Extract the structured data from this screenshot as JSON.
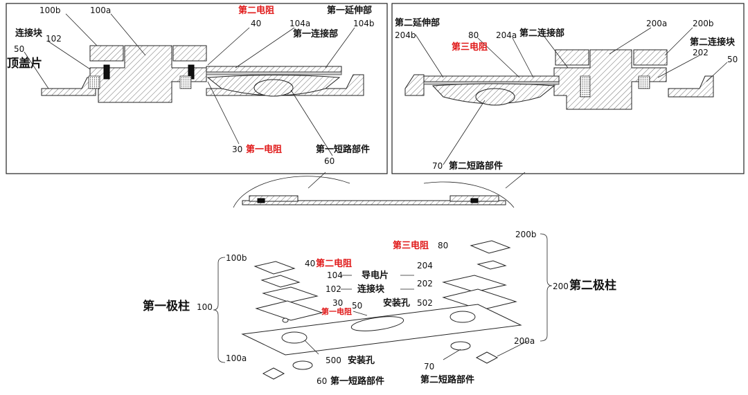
{
  "left_panel": {
    "labels": {
      "p100b": "100b",
      "p100a": "100a",
      "second_resistor": "第二电阻",
      "p40": "40",
      "first_extension": "第一延伸部",
      "p104a": "104a",
      "first_connection": "第一连接部",
      "p104b": "104b",
      "connect_block": "连接块",
      "p102": "102",
      "p50": "50",
      "top_cover": "顶盖片",
      "p30": "30",
      "first_resistor": "第一电阻",
      "first_short": "第一短路部件",
      "p60": "60"
    }
  },
  "right_panel": {
    "labels": {
      "second_extension": "第二延伸部",
      "p204b": "204b",
      "p80": "80",
      "p204a": "204a",
      "second_connection": "第二连接部",
      "third_resistor": "第三电阻",
      "p200a": "200a",
      "p200b": "200b",
      "second_connect_block": "第二连接块",
      "p202": "202",
      "p50": "50",
      "p70": "70",
      "second_short": "第二短路部件"
    }
  },
  "exploded": {
    "labels": {
      "third_resistor": "第三电阻",
      "p80": "80",
      "p200b": "200b",
      "p100b": "100b",
      "p40": "40",
      "second_resistor": "第二电阻",
      "p104": "104",
      "conductive_sheet": "导电片",
      "p204": "204",
      "p102": "102",
      "connect_block": "连接块",
      "p202": "202",
      "p200": "200",
      "second_pole": "第二极柱",
      "first_pole": "第一极柱",
      "p100": "100",
      "p30": "30",
      "first_resistor": "第一电阻",
      "p50": "50",
      "install_hole": "安装孔",
      "p502": "502",
      "p100a": "100a",
      "p500": "500",
      "install_hole_2": "安装孔",
      "p200a": "200a",
      "p70": "70",
      "second_short": "第二短路部件",
      "p60": "60",
      "first_short": "第一短路部件"
    }
  }
}
